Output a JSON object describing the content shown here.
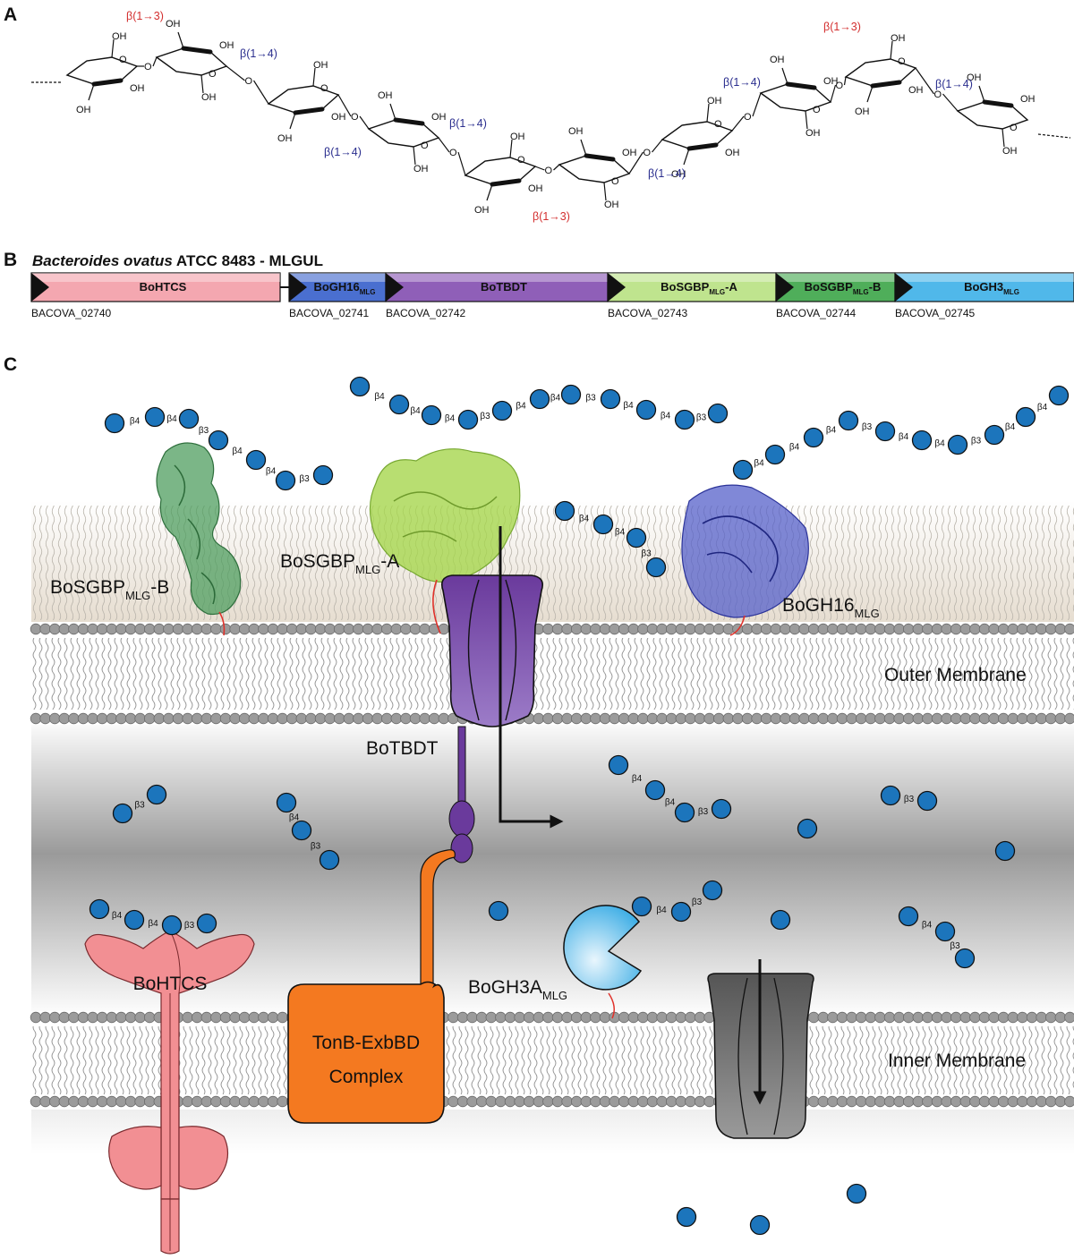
{
  "panel_a": {
    "label": "A",
    "oh": "OH",
    "o": "O",
    "links": [
      {
        "text": "β(1→3)",
        "kind": "b13"
      },
      {
        "text": "β(1→4)",
        "kind": "b14"
      },
      {
        "text": "β(1→4)",
        "kind": "b14"
      },
      {
        "text": "β(1→4)",
        "kind": "b14"
      },
      {
        "text": "β(1→3)",
        "kind": "b13"
      },
      {
        "text": "β(1→4)",
        "kind": "b14"
      },
      {
        "text": "β(1→4)",
        "kind": "b14"
      },
      {
        "text": "β(1→3)",
        "kind": "b13"
      },
      {
        "text": "β(1→4)",
        "kind": "b14"
      }
    ],
    "colors": {
      "b13": "#d32f2f",
      "b14": "#2b2f8f"
    }
  },
  "panel_b": {
    "label": "B",
    "title_italic": "Bacteroides ovatus",
    "title_rest": " ATCC 8483 - MLGUL",
    "genes": [
      {
        "name": "BoHTCS",
        "sub": "",
        "suffix": "",
        "locus": "BACOVA_02740",
        "color": "#f4a7b0"
      },
      {
        "name": "BoGH16",
        "sub": "MLG",
        "suffix": "",
        "locus": "BACOVA_02741",
        "color": "#4a6fd0"
      },
      {
        "name": "BoTBDT",
        "sub": "",
        "suffix": "",
        "locus": "BACOVA_02742",
        "color": "#8f5fb8"
      },
      {
        "name": "BoSGBP",
        "sub": "MLG",
        "suffix": "-A",
        "locus": "BACOVA_02743",
        "color": "#bfe48e"
      },
      {
        "name": "BoSGBP",
        "sub": "MLG",
        "suffix": "-B",
        "locus": "BACOVA_02744",
        "color": "#4fae5a"
      },
      {
        "name": "BoGH3",
        "sub": "MLG",
        "suffix": "",
        "locus": "BACOVA_02745",
        "color": "#50b8ea"
      }
    ]
  },
  "panel_c": {
    "label": "C",
    "protein_labels": {
      "sgbp_b": {
        "main": "BoSGBP",
        "sub": "MLG",
        "suffix": "-B"
      },
      "sgbp_a": {
        "main": "BoSGBP",
        "sub": "MLG",
        "suffix": "-A"
      },
      "gh16": {
        "main": "BoGH16",
        "sub": "MLG",
        "suffix": ""
      },
      "gh3a": {
        "main": "BoGH3A",
        "sub": "MLG",
        "suffix": ""
      }
    },
    "tbdt": "BoTBDT",
    "htcs": "BoHTCS",
    "tonb_line1": "TonB-ExbBD",
    "tonb_line2": "Complex",
    "outer_membrane": "Outer Membrane",
    "inner_membrane": "Inner Membrane",
    "colors": {
      "glucose": "#1c75bc",
      "tbdt": "#6a3a9c",
      "htcs": "#f08a8e",
      "tonb": "#f47920",
      "gh3": "#43b0e6",
      "transporter": "#555555",
      "sgbp_b": "#4f9e5f",
      "sgbp_a": "#a6d64e",
      "gh16": "#5560c9"
    },
    "bond_labels": [
      "β4",
      "β3"
    ]
  }
}
